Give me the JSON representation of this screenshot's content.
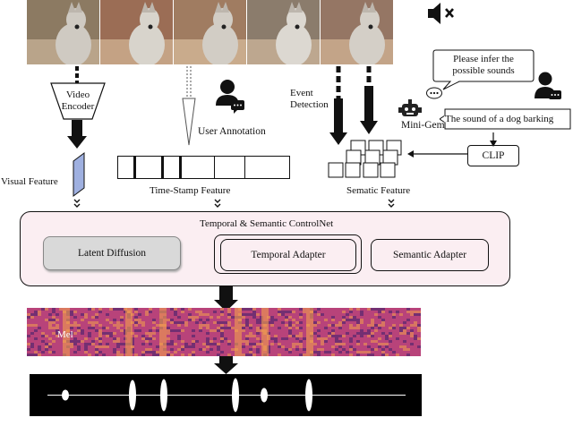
{
  "video": {
    "frames": [
      {
        "bg": "#8c7a62",
        "floor": "#b9a48a",
        "dog": "#cfcac2"
      },
      {
        "bg": "#9b6d55",
        "floor": "#c4a284",
        "dog": "#d8d4cc"
      },
      {
        "bg": "#a07c61",
        "floor": "#c9ab8c",
        "dog": "#d2cdc5"
      },
      {
        "bg": "#8b7c6c",
        "floor": "#bda78f",
        "dog": "#dcd8d1"
      },
      {
        "bg": "#957664",
        "floor": "#c3a488",
        "dog": "#d4cfc7"
      }
    ],
    "mute_icon": "speaker-muted-icon"
  },
  "labels": {
    "video_encoder": "Video\nEncoder",
    "user_annotation": "User Annotation",
    "event_detection": "Event\nDetection",
    "mini_gemini": "Mini-Gemini",
    "prompt_bubble": "Please infer the\npossible sounds",
    "answer_bubble": "The sound of a dog barking",
    "clip": "CLIP",
    "visual_feature": "Visual Feature",
    "timestamp_feature": "Time-Stamp Feature",
    "semantic_feature": "Sematic Feature",
    "controlnet_title": "Temporal & Semantic ControlNet",
    "latent_diffusion": "Latent Diffusion",
    "temporal_adapter": "Temporal Adapter",
    "semantic_adapter": "Semantic Adapter",
    "mel": "Mel"
  },
  "icons": {
    "user": "user-icon",
    "robot": "robot-icon",
    "chat": "chat-bubble-icon"
  },
  "colors": {
    "visual_feature_block": "#9fb0e0",
    "latent_diffusion_fill": "#d9d9d9",
    "controlnet_fill": "#fbeef2",
    "mel_low": "#3b1f6b",
    "mel_mid": "#b8437a",
    "mel_high": "#f2a04c"
  }
}
